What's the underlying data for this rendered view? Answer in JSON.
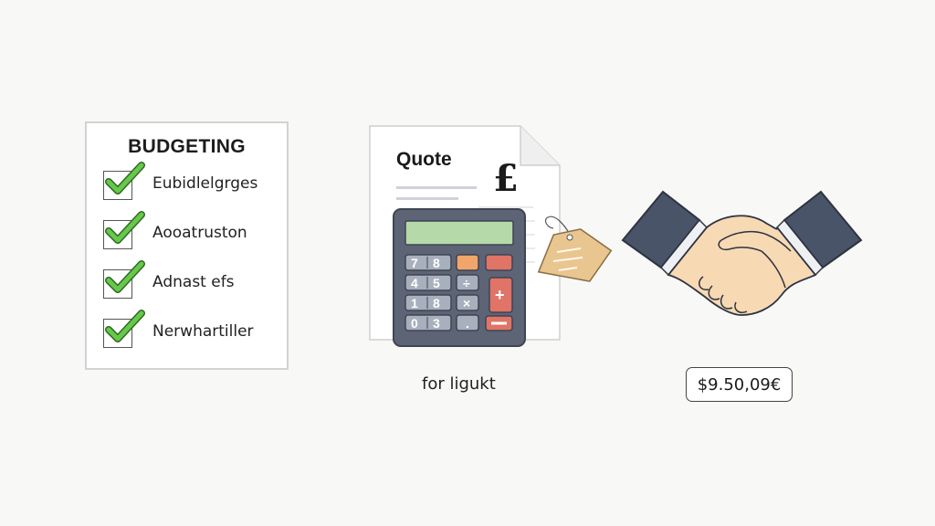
{
  "checklist": {
    "title": "BUDGETING",
    "items": [
      {
        "label": "Eubidlelgrges",
        "checked": true
      },
      {
        "label": "Aooatruston",
        "checked": true
      },
      {
        "label": "Adnast efs",
        "checked": true
      },
      {
        "label": "Nerwhartiller",
        "checked": true
      }
    ]
  },
  "quote": {
    "title": "Quote",
    "currency_symbol": "£",
    "calculator_keys": [
      "7",
      "8",
      "4",
      "5",
      "1",
      "8",
      "0",
      "3",
      "+",
      "−",
      "÷",
      "×",
      "."
    ],
    "caption": "for ligukt"
  },
  "deal": {
    "icon": "handshake-icon",
    "price_label": "$9.50,09€"
  },
  "colors": {
    "check_green": "#5cbf3f",
    "suit_navy": "#4a5468",
    "skin": "#f7d9b3",
    "calc_body": "#5c6475",
    "calc_screen": "#b5d9a8",
    "calc_red": "#e07466",
    "calc_orange": "#f0a66a",
    "tag_tan": "#e9c68f"
  }
}
